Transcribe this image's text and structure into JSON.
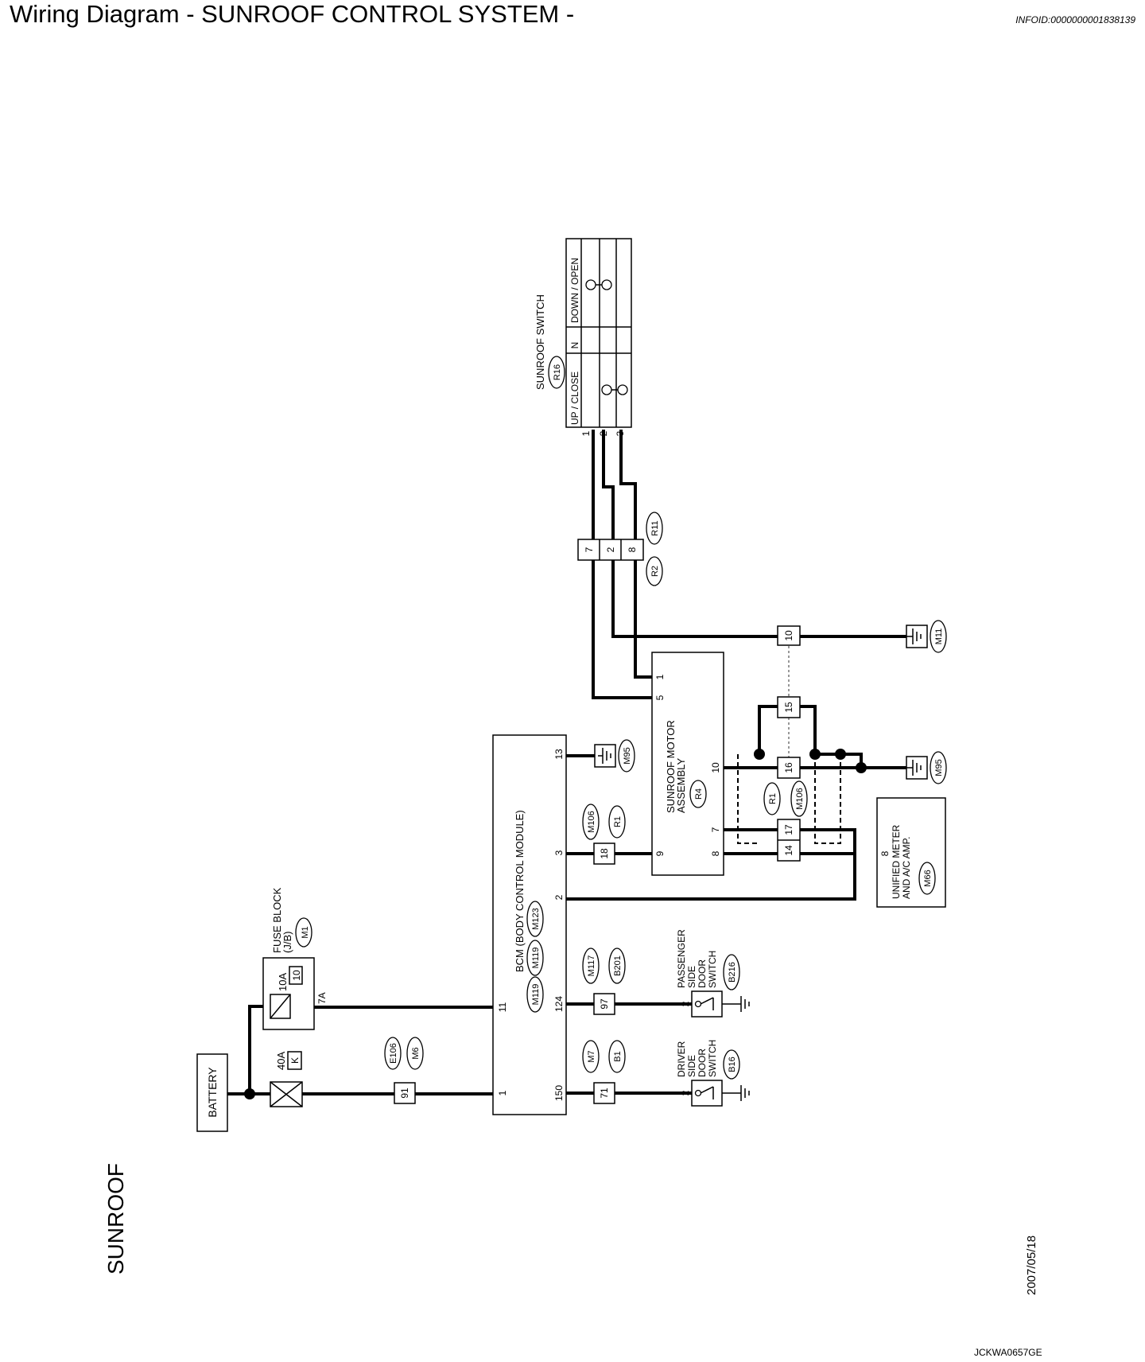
{
  "page": {
    "title": "Wiring Diagram - SUNROOF CONTROL SYSTEM -",
    "info_id": "INFOID:0000000001838139",
    "section_label": "SUNROOF",
    "date": "2007/05/18",
    "figure_code": "JCKWA0657GE"
  },
  "components": {
    "battery": "BATTERY",
    "fuse_40a": {
      "rating": "40A",
      "id": "K"
    },
    "fuse_block": {
      "label": "FUSE BLOCK",
      "sub": "(J/B)",
      "connector": "M1",
      "rating": "10A",
      "id": "10",
      "terminal": "7A"
    },
    "bcm": {
      "label": "BCM (BODY CONTROL MODULE)",
      "connectors": [
        "M119",
        "M119",
        "M123"
      ],
      "pins": {
        "p1": "1",
        "p11": "11",
        "p150": "150",
        "p124": "124",
        "p2": "2",
        "p3": "3",
        "p13": "13"
      }
    },
    "sunroof_motor": {
      "line1": "SUNROOF MOTOR",
      "line2": "ASSEMBLY",
      "connector": "R4",
      "pins": {
        "p1": "1",
        "p5": "5",
        "p10": "10",
        "p7": "7",
        "p8": "8",
        "p9": "9"
      }
    },
    "sunroof_switch": {
      "label": "SUNROOF SWITCH",
      "connector": "R16",
      "positions": [
        "UP / CLOSE",
        "N",
        "DOWN / OPEN"
      ],
      "pins": [
        "1",
        "2",
        "3"
      ]
    },
    "unified_meter": {
      "line1": "UNIFIED METER",
      "line2": "AND A/C AMP.",
      "connector": "M66",
      "pin": "8"
    },
    "passenger_door_switch": {
      "lines": [
        "PASSENGER",
        "SIDE",
        "DOOR",
        "SWITCH"
      ],
      "connector": "B216",
      "pin": "2"
    },
    "driver_door_switch": {
      "lines": [
        "DRIVER",
        "SIDE",
        "DOOR",
        "SWITCH"
      ],
      "connector": "B16",
      "pin": "2"
    }
  },
  "connectors": {
    "j91": {
      "pin": "91",
      "tags": [
        "E106",
        "M6"
      ]
    },
    "j71": {
      "pin": "71",
      "tags": [
        "M7",
        "B1"
      ]
    },
    "j97": {
      "pin": "97",
      "tags": [
        "M117",
        "B201"
      ]
    },
    "j18": {
      "pin": "18",
      "tags": [
        "M106",
        "R1"
      ]
    },
    "j_r11": {
      "pins": [
        "7",
        "2",
        "8"
      ],
      "tags": [
        "R11",
        "R2"
      ]
    },
    "j_m106": {
      "pins": [
        "10",
        "15",
        "16",
        "17",
        "14"
      ],
      "tags": [
        "R1",
        "M106"
      ]
    }
  },
  "grounds": {
    "g_m11": "M11",
    "g_m95a": "M95",
    "g_m95b": "M95"
  }
}
